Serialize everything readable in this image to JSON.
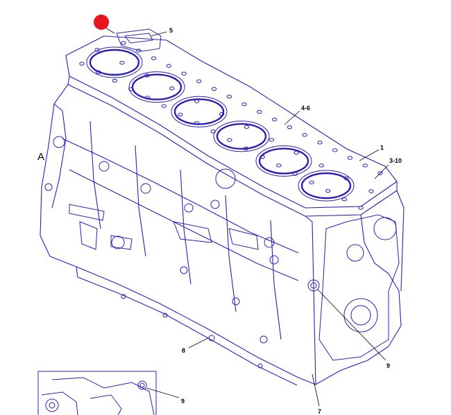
{
  "callouts": {
    "c5": "5",
    "c4_6": "4-6",
    "c1": "1",
    "c3_10": "3-10",
    "c9a": "9",
    "c8": "8",
    "c7": "7",
    "c9b": "9"
  },
  "view_label": "A",
  "colors": {
    "drawing": "#2a1fb8",
    "leader": "#000000",
    "marker": "#e8141b"
  },
  "cylinder_count": 6
}
